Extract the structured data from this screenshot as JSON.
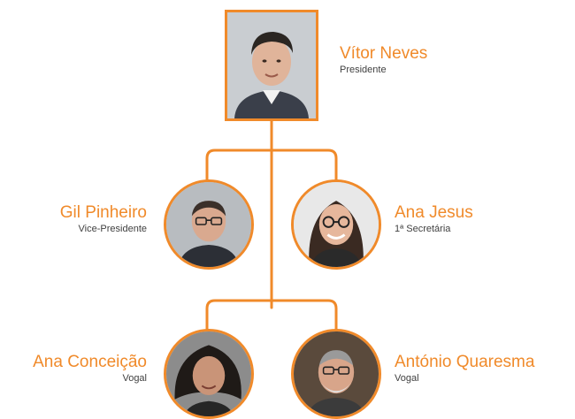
{
  "accent_color": "#F08A2A",
  "members": {
    "president": {
      "name": "Vítor Neves",
      "role": "Presidente"
    },
    "vice_president": {
      "name": "Gil Pinheiro",
      "role": "Vice-Presidente"
    },
    "first_secretary": {
      "name": "Ana Jesus",
      "role": "1ª Secretária"
    },
    "member_1": {
      "name": "Ana Conceição",
      "role": "Vogal"
    },
    "member_2": {
      "name": "António Quaresma",
      "role": "Vogal"
    }
  }
}
